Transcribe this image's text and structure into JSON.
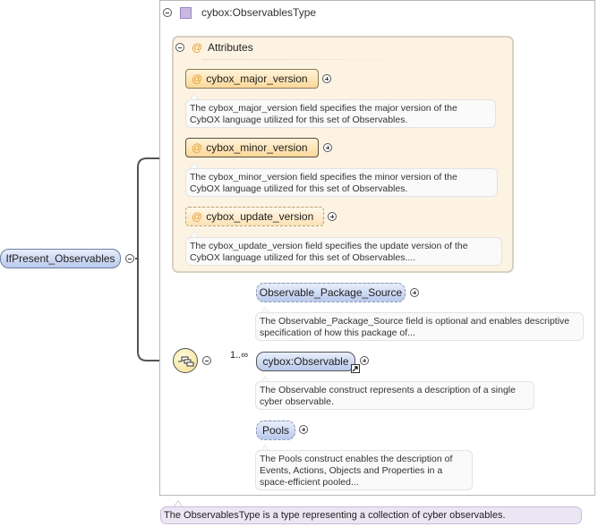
{
  "root": {
    "label": "IfPresent_Observables"
  },
  "type_box": {
    "title": "cybox:ObservablesType",
    "documentation": "The ObservablesType is a type representing a collection of cyber observables."
  },
  "attributes": {
    "title": "Attributes",
    "symbol": "@",
    "items": [
      {
        "name": "cybox_major_version",
        "doc_line1": "The cybox_major_version field specifies the major version of the",
        "doc_line2": "CybOX language utilized for this set of Observables."
      },
      {
        "name": "cybox_minor_version",
        "doc_line1": "The cybox_minor_version field specifies the minor version of the",
        "doc_line2": "CybOX language utilized for this set of Observables."
      },
      {
        "name": "cybox_update_version",
        "doc_line1": "The cybox_update_version field specifies the update version of the",
        "doc_line2": "CybOX language utilized for this set of Observables...."
      }
    ]
  },
  "sequence": {
    "cardinality": "1..∞",
    "elements": [
      {
        "name": "Observable_Package_Source",
        "doc_line1": "The Observable_Package_Source field is optional and enables descriptive",
        "doc_line2": "specification of how this package of..."
      },
      {
        "name": "cybox:Observable",
        "doc_line1": "The Observable construct represents a description of a single",
        "doc_line2": "cyber observable."
      },
      {
        "name": "Pools",
        "doc_line1": "The Pools construct enables the description of",
        "doc_line2": "Events, Actions, Objects and Properties in a",
        "doc_line3": "space-efficient pooled..."
      }
    ]
  },
  "icons": [
    "collapse-minus-icon",
    "expand-plus-icon",
    "complex-type-icon",
    "sequence-icon",
    "reference-arrow-icon"
  ]
}
